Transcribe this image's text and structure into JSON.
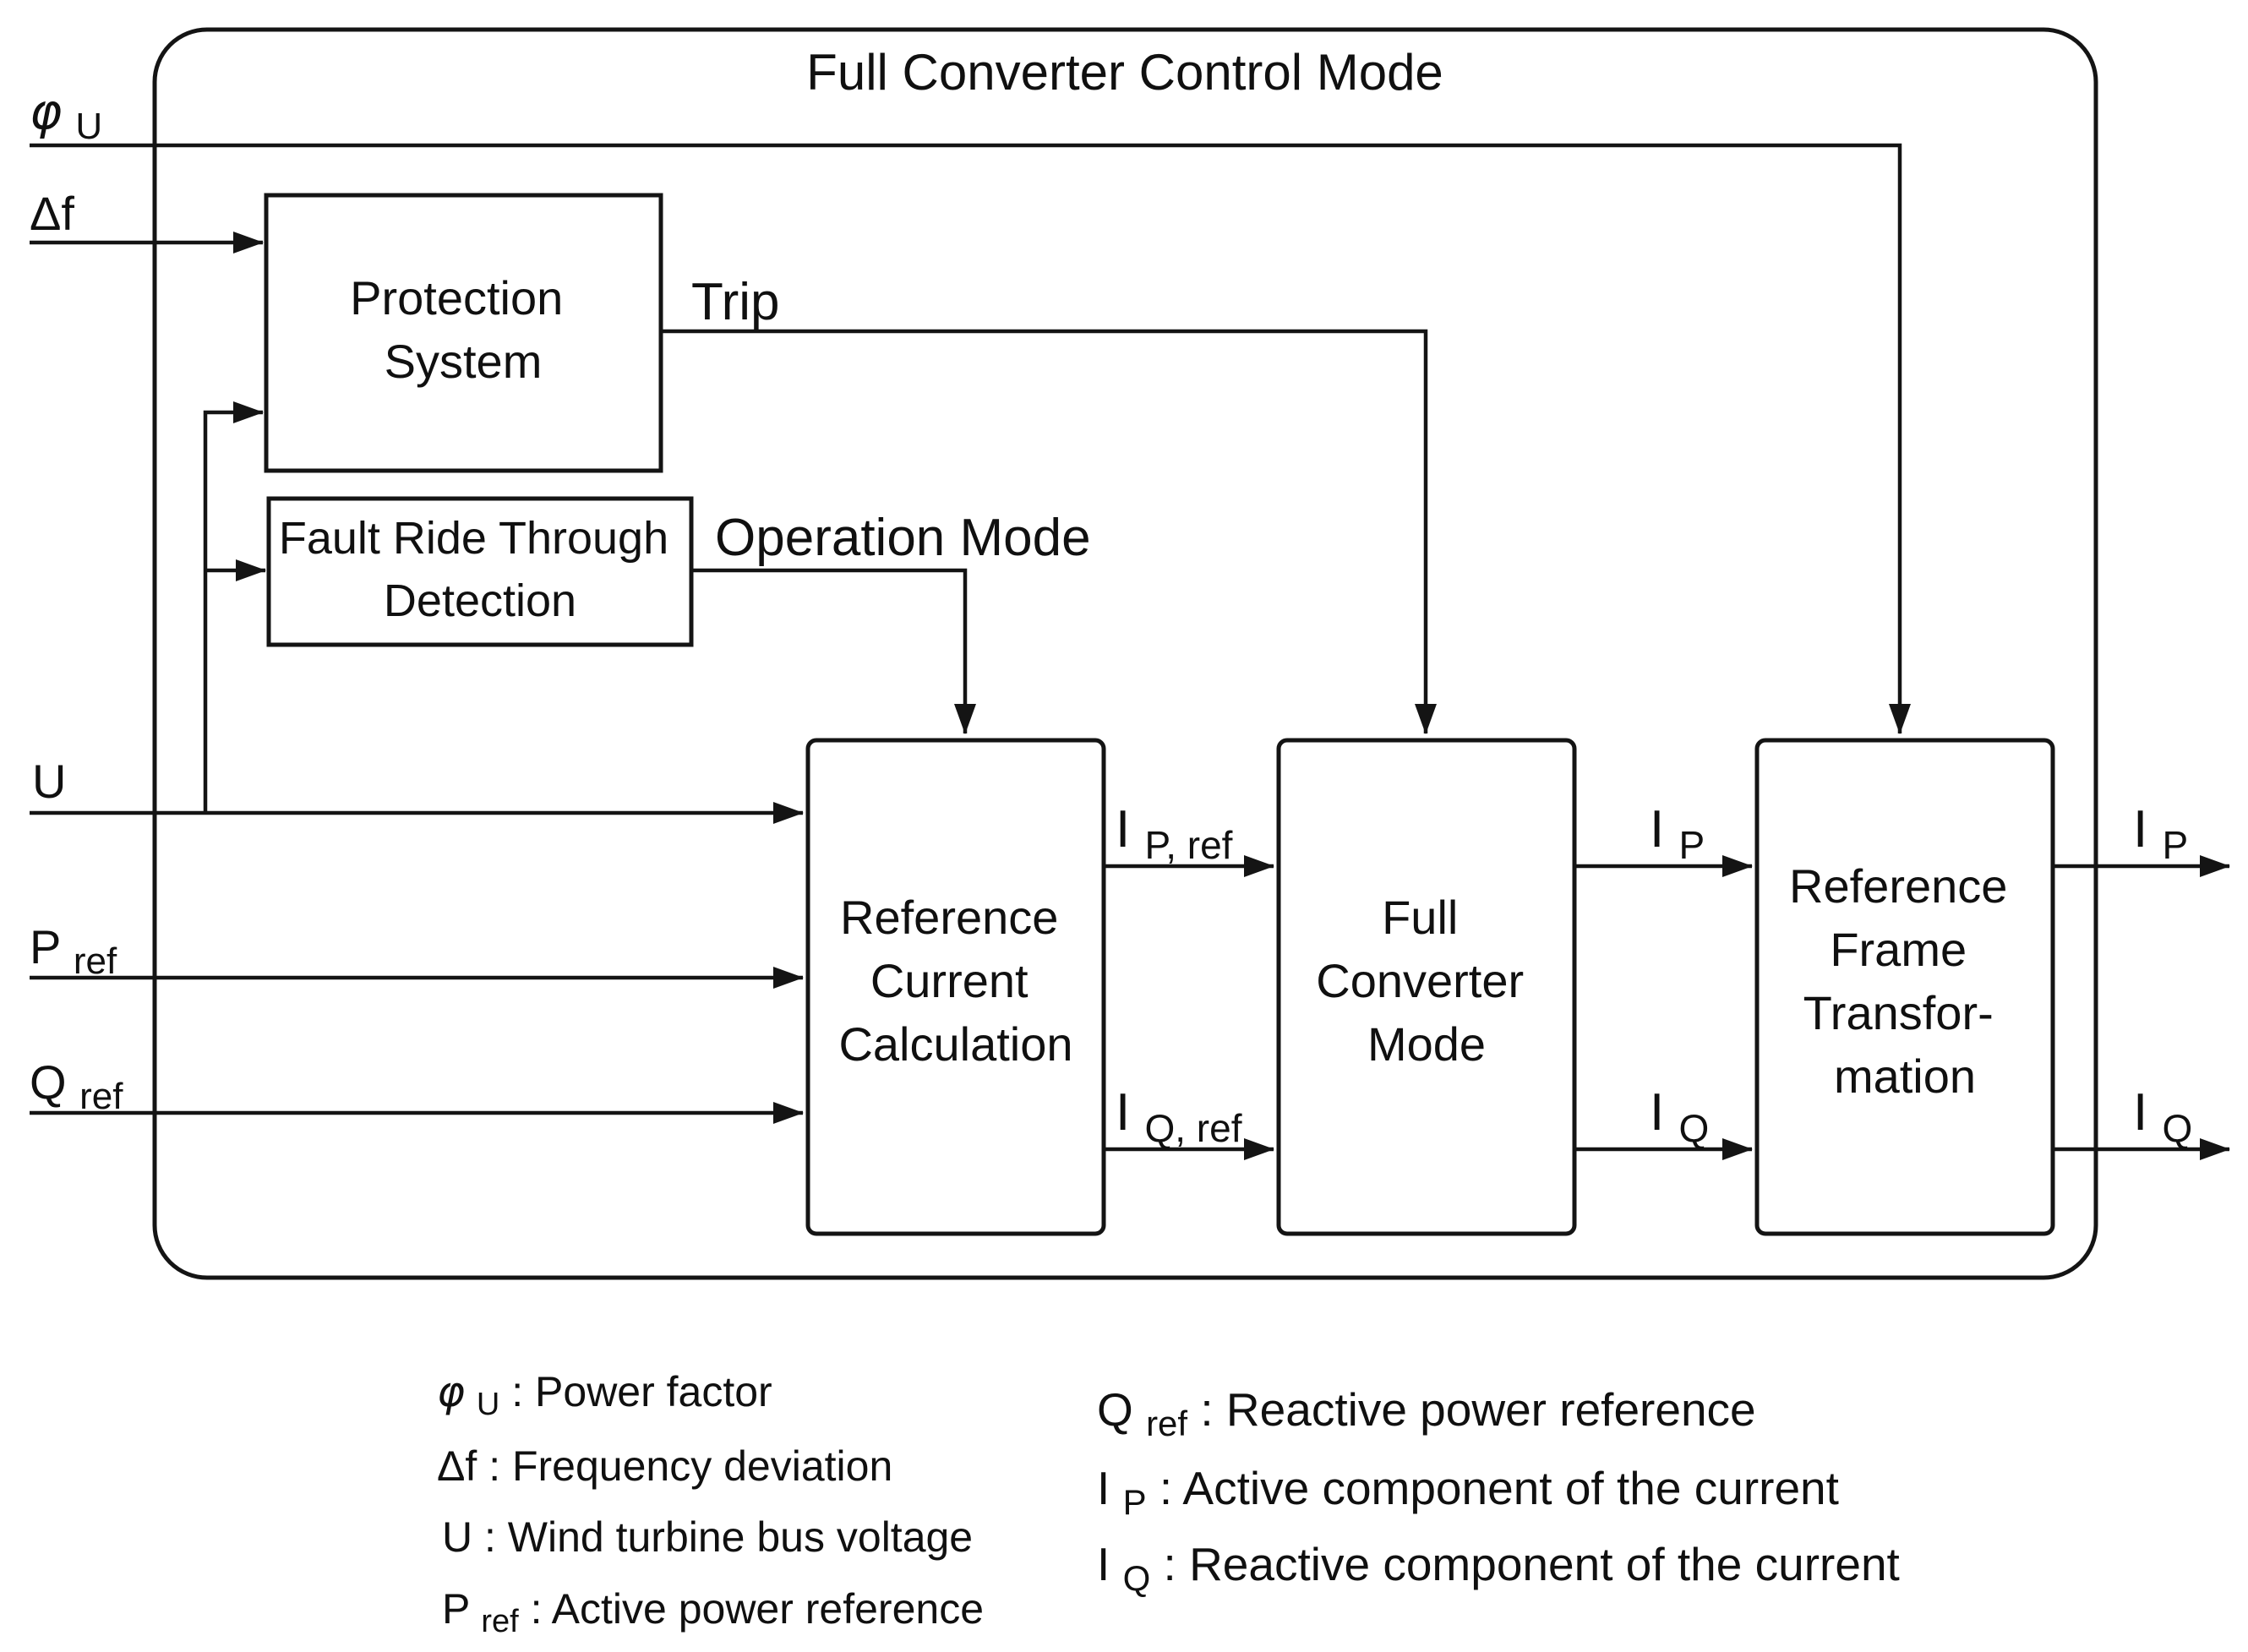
{
  "page": {
    "background": "#ffffff",
    "ink": "#141414"
  },
  "diagram": {
    "title": "Full Converter Control Mode",
    "blocks": [
      {
        "id": "protection-system",
        "lines": [
          "Protection",
          "System"
        ]
      },
      {
        "id": "fault-ride-through-detection",
        "lines": [
          "Fault Ride Through",
          "Detection"
        ]
      },
      {
        "id": "reference-current-calculation",
        "lines": [
          "Reference",
          "Current",
          "Calculation"
        ]
      },
      {
        "id": "full-converter-mode",
        "lines": [
          "Full",
          "Converter",
          "Mode"
        ]
      },
      {
        "id": "reference-frame-transformation",
        "lines": [
          "Reference",
          "Frame",
          "Transfor-",
          "mation"
        ]
      }
    ],
    "inputs": {
      "phi_u": {
        "main": "φ",
        "sub": "U"
      },
      "delta_f": {
        "label": "Δf"
      },
      "u": {
        "label": "U"
      },
      "p_ref": {
        "main": "P",
        "sub": "ref"
      },
      "q_ref": {
        "main": "Q",
        "sub": "ref"
      }
    },
    "signals": {
      "trip": "Trip",
      "operation_mode": "Operation Mode",
      "i_p_ref": {
        "main": "I",
        "sub": "P, ref"
      },
      "i_q_ref": {
        "main": "I",
        "sub": "Q, ref"
      },
      "i_p_mid": {
        "main": "I",
        "sub": "P"
      },
      "i_q_mid": {
        "main": "I",
        "sub": "Q"
      },
      "i_p_out": {
        "main": "I",
        "sub": "P"
      },
      "i_q_out": {
        "main": "I",
        "sub": "Q"
      }
    },
    "legend": {
      "left": [
        {
          "sym": "φ",
          "sub": "U",
          "desc": ": Power factor"
        },
        {
          "sym": "Δf",
          "sub": "",
          "desc": " : Frequency deviation"
        },
        {
          "sym": "U",
          "sub": "",
          "desc": ": Wind turbine bus voltage"
        },
        {
          "sym": "P",
          "sub": "ref",
          "desc": ": Active power reference"
        }
      ],
      "right": [
        {
          "sym": "Q",
          "sub": "ref",
          "desc": " : Reactive power reference"
        },
        {
          "sym": "I",
          "sub": "P",
          "desc": ": Active component of the current"
        },
        {
          "sym": "I",
          "sub": "Q",
          "desc": ": Reactive component of the current"
        }
      ]
    }
  }
}
